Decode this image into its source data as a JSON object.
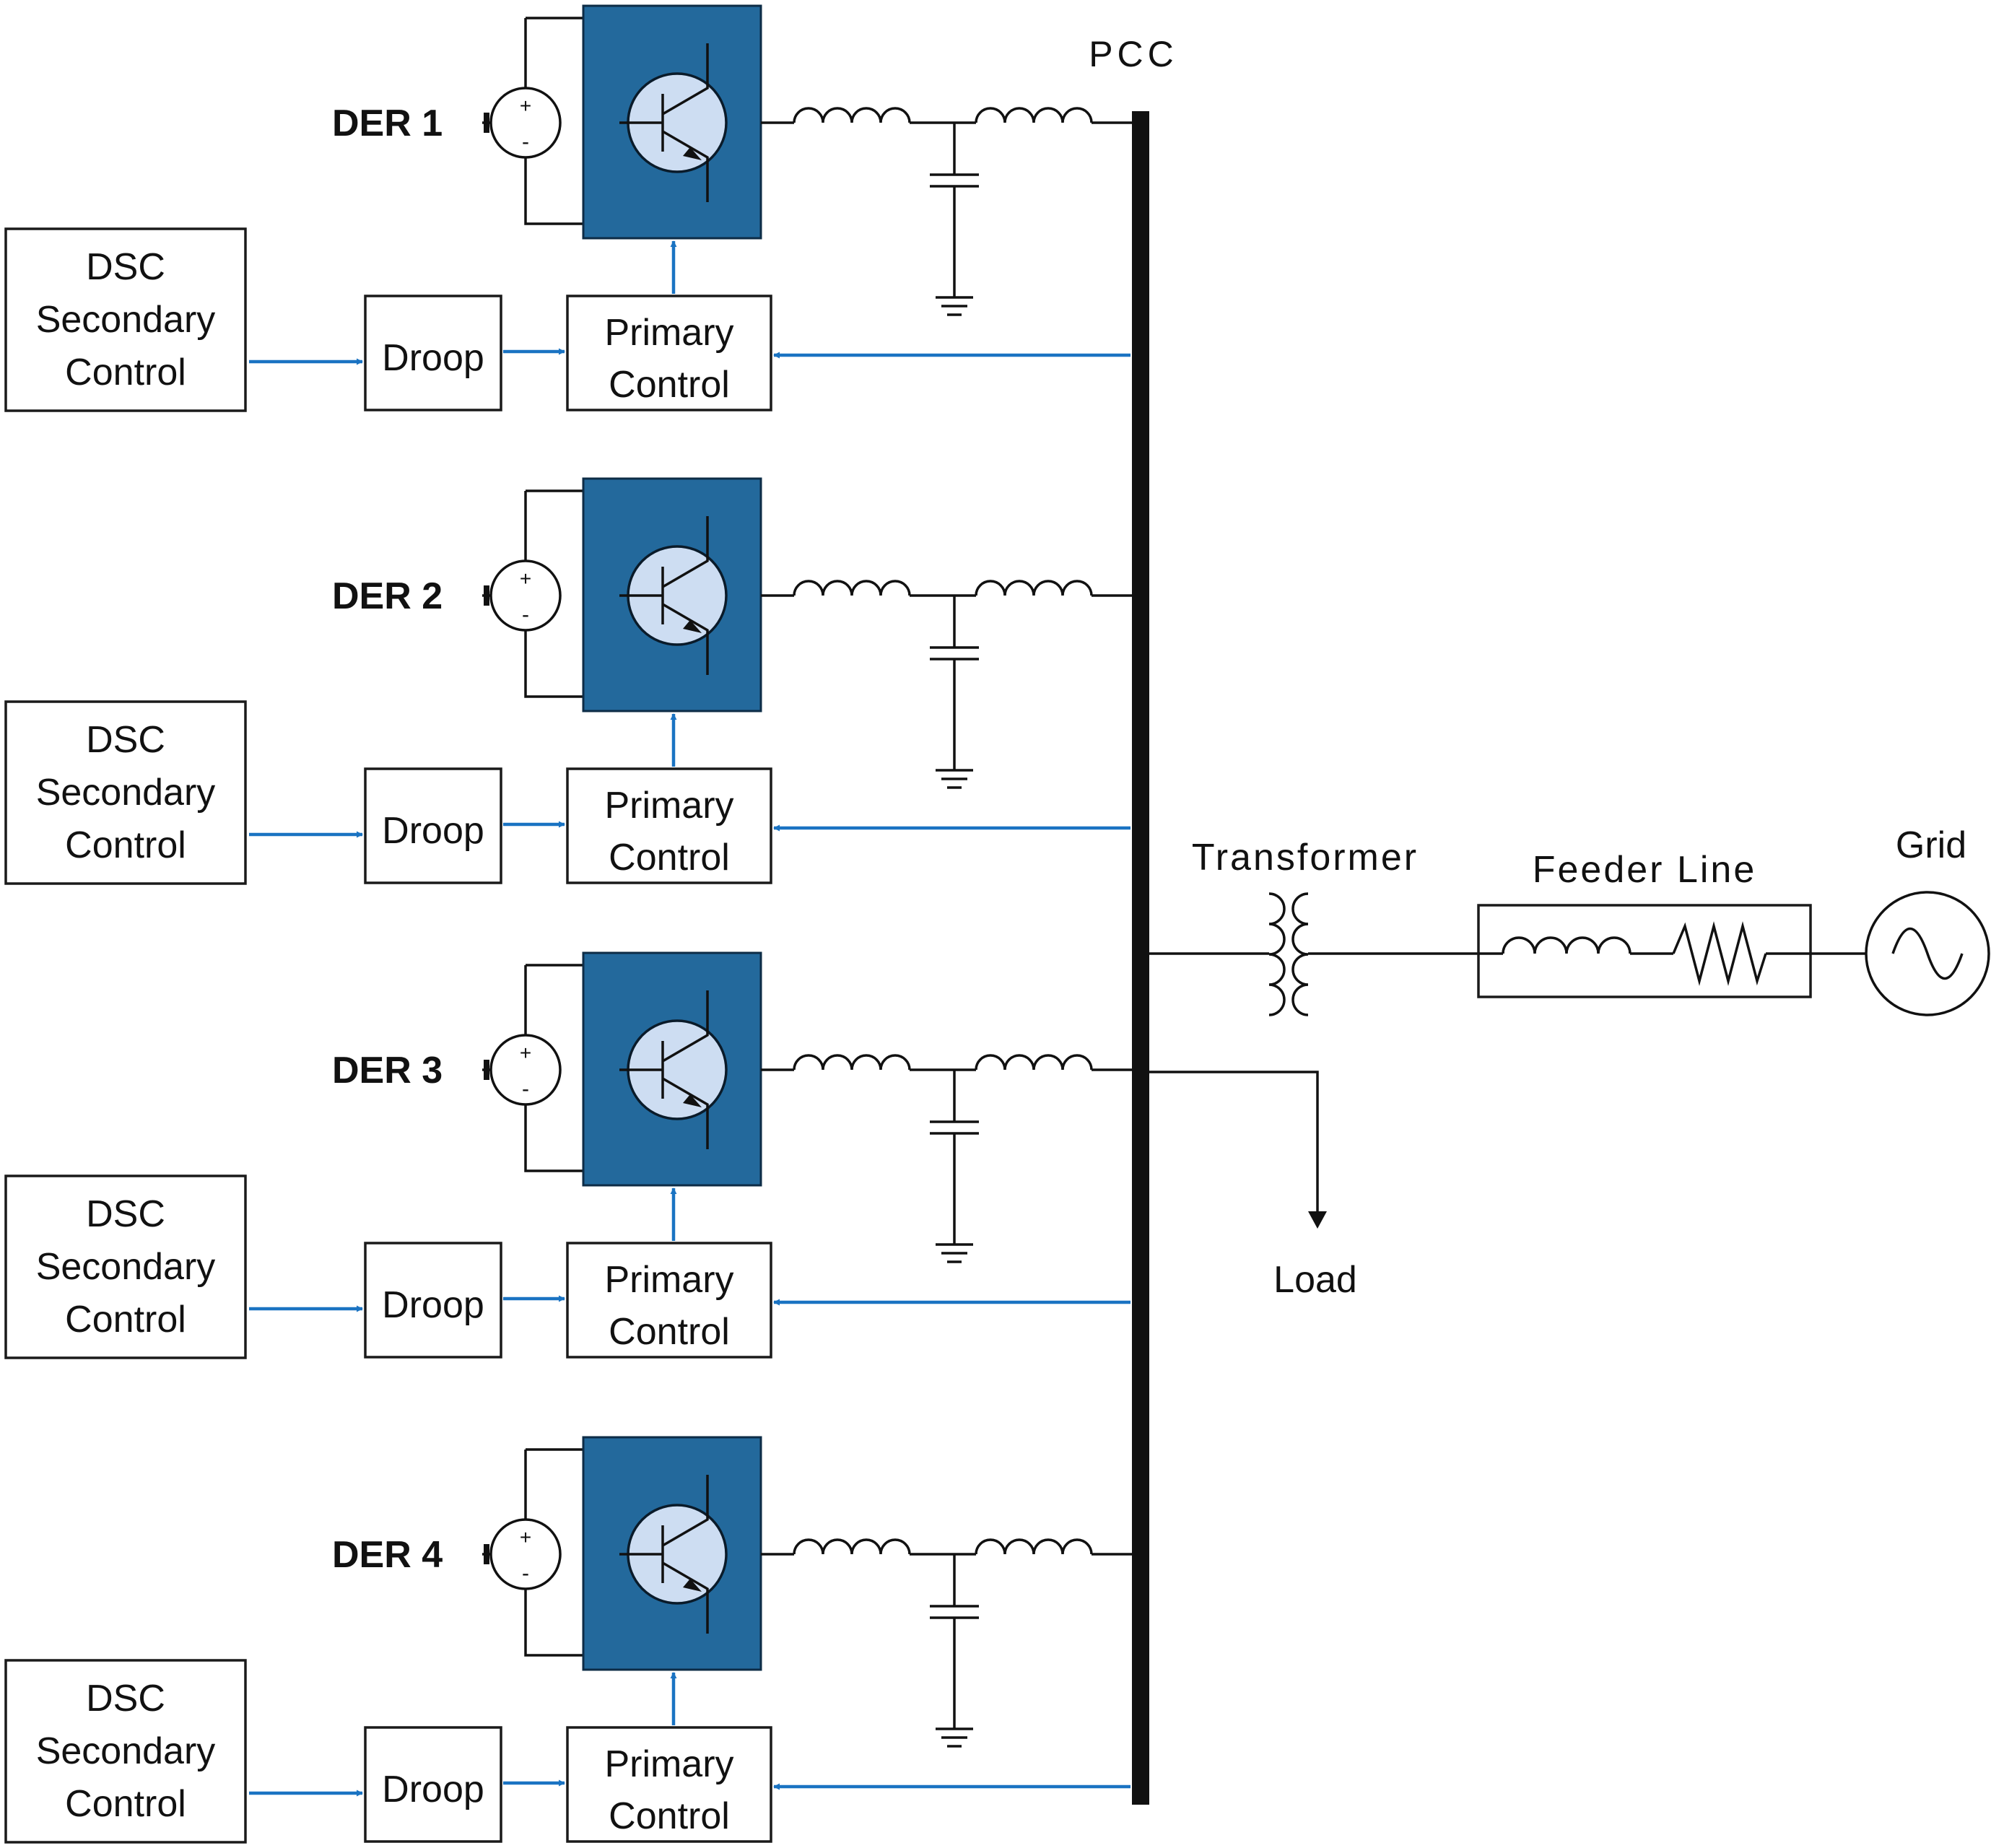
{
  "pcc_label": "PCC",
  "der_units": [
    {
      "label": "DER 1",
      "dsc_lines": [
        "DSC",
        "Secondary",
        "Control"
      ],
      "droop": "Droop",
      "primary_lines": [
        "Primary",
        "Control"
      ]
    },
    {
      "label": "DER 2",
      "dsc_lines": [
        "DSC",
        "Secondary",
        "Control"
      ],
      "droop": "Droop",
      "primary_lines": [
        "Primary",
        "Control"
      ]
    },
    {
      "label": "DER 3",
      "dsc_lines": [
        "DSC",
        "Secondary",
        "Control"
      ],
      "droop": "Droop",
      "primary_lines": [
        "Primary",
        "Control"
      ]
    },
    {
      "label": "DER 4",
      "dsc_lines": [
        "DSC",
        "Secondary",
        "Control"
      ],
      "droop": "Droop",
      "primary_lines": [
        "Primary",
        "Control"
      ]
    }
  ],
  "source_polarity": {
    "plus": "+",
    "minus": "-"
  },
  "transformer_label": "Transformer",
  "feeder_label": "Feeder Line",
  "grid_label": "Grid",
  "load_label": "Load",
  "colors": {
    "inverter_fill": "#23699c",
    "transistor_fill": "#cdddf2",
    "signal_arrow": "#1a73c2",
    "wire": "#111111"
  },
  "icons": [
    "dc-source-icon",
    "transistor-icon",
    "inductor-icon",
    "capacitor-icon",
    "ground-icon",
    "transformer-icon",
    "resistor-icon",
    "ac-source-icon",
    "arrow-icon"
  ]
}
